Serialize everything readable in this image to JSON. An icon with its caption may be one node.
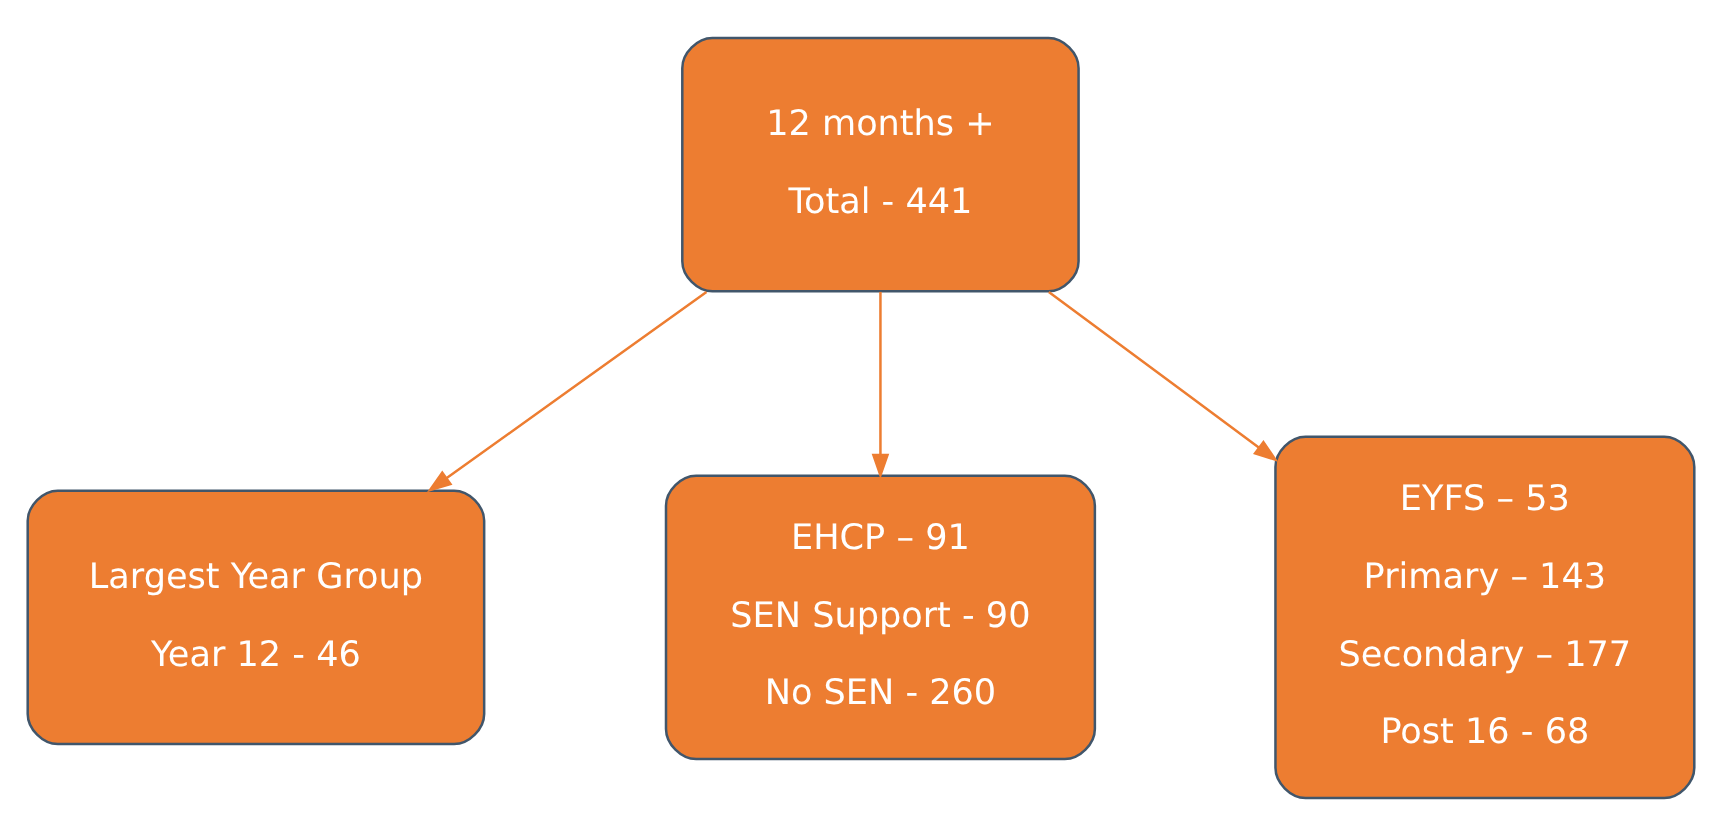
{
  "diagram": {
    "nodes": [
      {
        "text": [
          "12 months +",
          "Total - 441"
        ]
      },
      {
        "text": [
          "Largest Year Group",
          "Year 12 - 46"
        ]
      },
      {
        "text": [
          "EHCP – 91",
          "SEN Support - 90",
          "No SEN - 260"
        ]
      },
      {
        "text": [
          "EYFS – 53",
          "Primary – 143",
          "Secondary – 177",
          "Post 16 - 68"
        ]
      }
    ],
    "edges": [
      {
        "from": 0,
        "to": 1,
        "arrow": "to"
      },
      {
        "from": 0,
        "to": 2,
        "arrow": "to"
      },
      {
        "from": 0,
        "to": 3,
        "arrow": "to"
      }
    ]
  }
}
